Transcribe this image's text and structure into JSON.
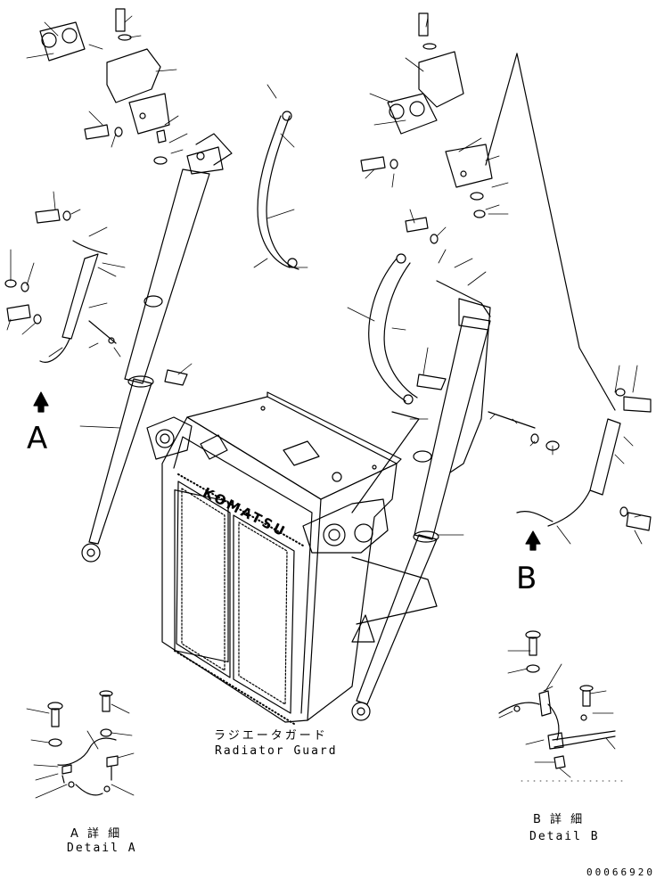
{
  "view_a": {
    "letter": "A"
  },
  "view_b": {
    "letter": "B"
  },
  "guard_label": {
    "jp": "ラジエータガード",
    "en": "Radiator Guard"
  },
  "guard_brand": "KOMATSU",
  "detail_a": {
    "jp": "A 詳 細",
    "en": "Detail A"
  },
  "detail_b": {
    "jp": "B 詳 細",
    "en": "Detail B"
  },
  "drawing_number": "00066920"
}
